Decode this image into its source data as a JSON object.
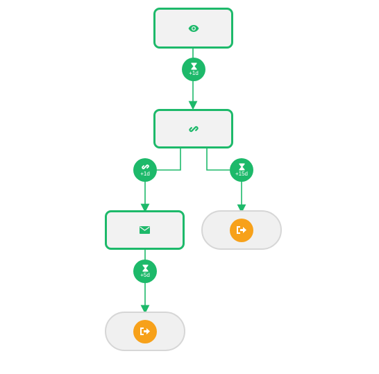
{
  "colors": {
    "accent": "#1db96a",
    "exit": "#f7a11a",
    "node_fill": "#f2f2f2",
    "end_border": "#d6d6d6"
  },
  "nodes": {
    "view": {
      "icon": "eye-icon"
    },
    "link_click": {
      "icon": "link-icon"
    },
    "email": {
      "icon": "envelope-icon"
    },
    "exit_right": {
      "icon": "exit-icon"
    },
    "exit_bottom": {
      "icon": "exit-icon"
    }
  },
  "connectors": {
    "wait_1": {
      "icon": "hourglass-icon",
      "label": "+1d"
    },
    "link_branch": {
      "icon": "link-icon",
      "label": "+1d"
    },
    "wait_15": {
      "icon": "hourglass-icon",
      "label": "+15d"
    },
    "wait_5": {
      "icon": "hourglass-icon",
      "label": "+5d"
    }
  }
}
